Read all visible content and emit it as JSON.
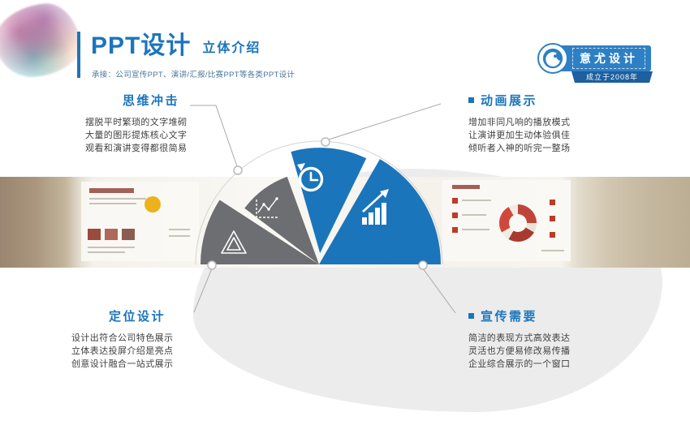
{
  "header": {
    "title": "PPT设计",
    "subtitle": "立体介绍",
    "tagline": "承接：公司宣传PPT、演讲/汇报/比赛PPT等各类PPT设计"
  },
  "badge": {
    "name": "意尤设计",
    "since": "成立于2008年"
  },
  "features": [
    {
      "title": "思维冲击",
      "lines": [
        "摆脱平时繁琐的文字堆砌",
        "大量的图形提炼核心文字",
        "观看和演讲变得都很简易"
      ]
    },
    {
      "title": "动画展示",
      "lines": [
        "增加非同凡响的播放模式",
        "让演讲更加生动体验俱佳",
        "倾听者入神的听完一整场"
      ]
    },
    {
      "title": "定位设计",
      "lines": [
        "设计出符合公司特色展示",
        "立体表达投屏介绍是亮点",
        "创意设计融合一站式展示"
      ]
    },
    {
      "title": "宣传需要",
      "lines": [
        "简洁的表现方式高效表达",
        "灵活也方便易修改易传播",
        "企业综合展示的一个窗口"
      ]
    }
  ],
  "fan": {
    "segments": [
      {
        "name": "pyramid-icon",
        "color": "#6d6e71"
      },
      {
        "name": "line-chart-icon",
        "color": "#6d6e71"
      },
      {
        "name": "history-clock-icon",
        "color": "#1b75bb"
      },
      {
        "name": "bar-growth-icon",
        "color": "#1b75bb"
      }
    ]
  },
  "colors": {
    "accent_blue": "#1c75bc",
    "wedge_gray": "#6d6e71",
    "wedge_blue": "#1b75bb",
    "ribbon_blue": "#1d5f9f",
    "badge_blue": "#2e80c4"
  }
}
